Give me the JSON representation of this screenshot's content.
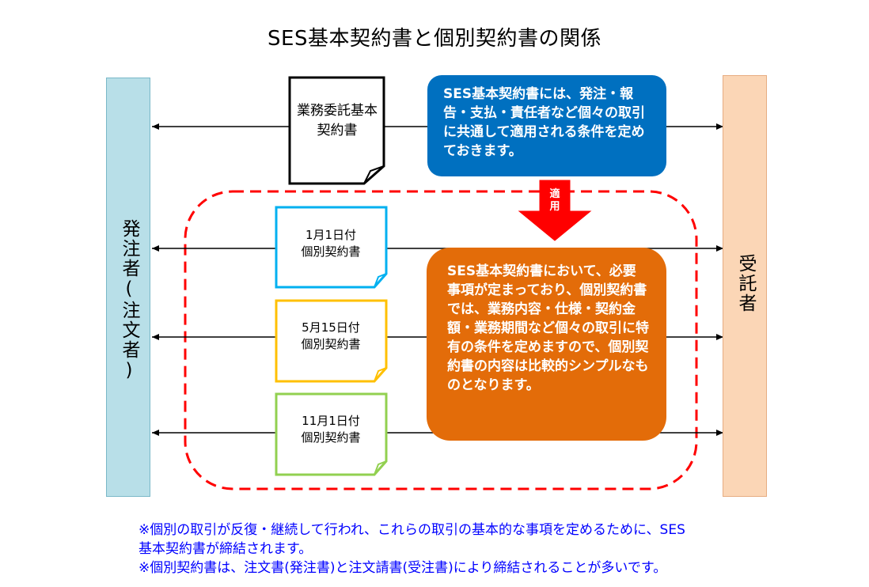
{
  "title": "SES基本契約書と個別契約書の関係",
  "parties": {
    "left": "発注者(注文者)",
    "right": "受託者"
  },
  "documents": {
    "base": "業務委託基本契約書",
    "individual": [
      {
        "date": "1月1日付",
        "name": "個別契約書",
        "color": "#00b0f0"
      },
      {
        "date": "5月15日付",
        "name": "個別契約書",
        "color": "#ffc000"
      },
      {
        "date": "11月1日付",
        "name": "個別契約書",
        "color": "#92d050"
      }
    ]
  },
  "arrow_label": "適用",
  "callouts": {
    "blue": "SES基本契約書には、発注・報告・支払・責任者など個々の取引に共通して適用される条件を定めておきます。",
    "orange": "SES基本契約書において、必要事項が定まっており、個別契約書では、業務内容・仕様・契約金額・業務期間など個々の取引に特有の条件を定めますので、個別契約書の内容は比較的シンプルなものとなります。"
  },
  "footnotes": {
    "line1": "※個別の取引が反復・継続して行われ、これらの取引の基本的な事項を定めるために、SES",
    "line2": "基本契約書が締結されます。",
    "line3": "※個別契約書は、注文書(発注書)と注文請書(受注書)により締結されることが多いです。"
  },
  "colors": {
    "blue_callout": "#0070c0",
    "orange_callout": "#e36c09",
    "dashed_frame": "#ff0000",
    "arrow": "#ff0000",
    "left_party": "#b8dfe8",
    "right_party": "#fbd6b6",
    "footnote_text": "#0000ff"
  }
}
